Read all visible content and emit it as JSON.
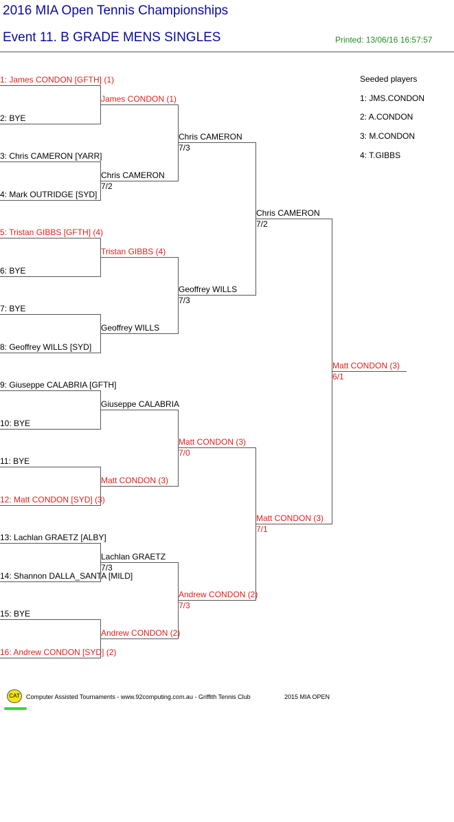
{
  "header": {
    "title": "2016 MIA Open Tennis Championships",
    "event": "Event 11. B GRADE MENS SINGLES",
    "printed": "Printed: 13/06/16 16:57:57"
  },
  "round1": [
    {
      "label": "1: James CONDON [GFTH] (1)",
      "color": "#e0201c"
    },
    {
      "label": "2: BYE",
      "color": "#000000"
    },
    {
      "label": "3: Chris CAMERON [YARR]",
      "color": "#000000"
    },
    {
      "label": "4: Mark OUTRIDGE [SYD]",
      "color": "#000000"
    },
    {
      "label": "5: Tristan GIBBS [GFTH] (4)",
      "color": "#e0201c"
    },
    {
      "label": "6: BYE",
      "color": "#000000"
    },
    {
      "label": "7: BYE",
      "color": "#000000"
    },
    {
      "label": "8: Geoffrey WILLS [SYD]",
      "color": "#000000"
    },
    {
      "label": "9: Giuseppe CALABRIA [GFTH]",
      "color": "#000000"
    },
    {
      "label": "10: BYE",
      "color": "#000000"
    },
    {
      "label": "11: BYE",
      "color": "#000000"
    },
    {
      "label": "12: Matt CONDON [SYD] (3)",
      "color": "#e0201c"
    },
    {
      "label": "13: Lachlan GRAETZ [ALBY]",
      "color": "#000000"
    },
    {
      "label": "14: Shannon DALLA_SANTA [MILD]",
      "color": "#000000"
    },
    {
      "label": "15: BYE",
      "color": "#000000"
    },
    {
      "label": "16: Andrew CONDON [SYD] (2)",
      "color": "#e0201c"
    }
  ],
  "round2": [
    {
      "name": "James CONDON (1)",
      "score": "",
      "color": "#e0201c"
    },
    {
      "name": "Chris CAMERON",
      "score": "7/2",
      "color": "#000000"
    },
    {
      "name": "Tristan GIBBS (4)",
      "score": "",
      "color": "#e0201c"
    },
    {
      "name": "Geoffrey WILLS",
      "score": "",
      "color": "#000000"
    },
    {
      "name": "Giuseppe CALABRIA",
      "score": "",
      "color": "#000000"
    },
    {
      "name": "Matt CONDON (3)",
      "score": "",
      "color": "#e0201c"
    },
    {
      "name": "Lachlan GRAETZ",
      "score": "7/3",
      "color": "#000000"
    },
    {
      "name": "Andrew CONDON (2)",
      "score": "",
      "color": "#e0201c"
    }
  ],
  "round3": [
    {
      "name": "Chris CAMERON",
      "score": "7/3",
      "color": "#000000"
    },
    {
      "name": "Geoffrey WILLS",
      "score": "7/3",
      "color": "#000000"
    },
    {
      "name": "Matt CONDON (3)",
      "score": "7/0",
      "color": "#e0201c"
    },
    {
      "name": "Andrew CONDON (2)",
      "score": "7/3",
      "color": "#e0201c"
    }
  ],
  "round4": [
    {
      "name": "Chris CAMERON",
      "score": "7/2",
      "color": "#000000"
    },
    {
      "name": "Matt CONDON (3)",
      "score": "7/1",
      "color": "#e0201c"
    }
  ],
  "final": {
    "name": "Matt CONDON (3)",
    "score": "6/1",
    "color": "#e0201c"
  },
  "seeds": {
    "title": "Seeded players",
    "items": [
      "1: JMS.CONDON",
      "2: A.CONDON",
      "3: M.CONDON",
      "4: T.GIBBS"
    ]
  },
  "footer": {
    "logo_text": "CAT",
    "credit": "Computer Assisted Tournaments - www.92computing.com.au -  Griffith Tennis Club",
    "tournament": "2015 MIA OPEN"
  }
}
